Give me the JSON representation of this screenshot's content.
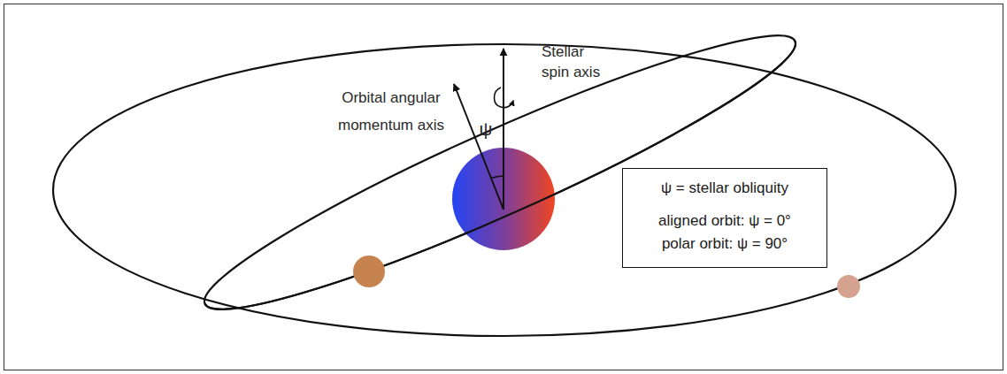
{
  "diagram": {
    "nodes": [
      {
        "text": [
          "ψ = stellar obliquity",
          "aligned orbit: ψ = 0°",
          "polar orbit: ψ = 90°"
        ]
      }
    ],
    "labels": [
      "Stellar spin axis",
      "Orbital angular momentum axis",
      "ψ"
    ]
  }
}
